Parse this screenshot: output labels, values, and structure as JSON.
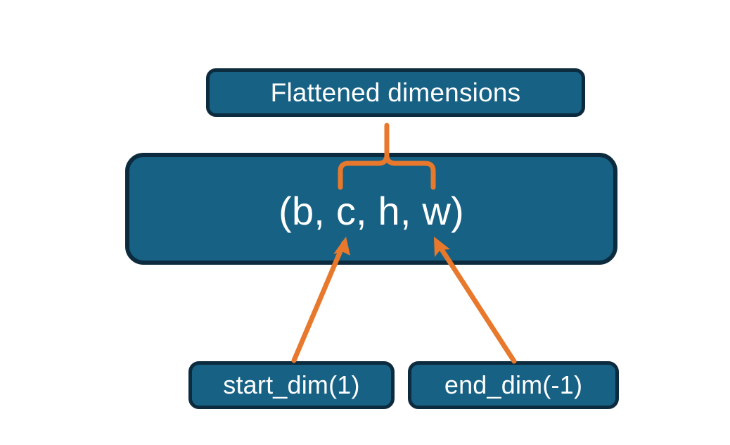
{
  "diagram": {
    "title_node": {
      "label": "Flattened dimensions",
      "name": "flattened-dimensions-box"
    },
    "shape_node": {
      "label": "(b, c, h, w)",
      "name": "shape-tuple-box",
      "dims": [
        "b",
        "c",
        "h",
        "w"
      ]
    },
    "start_dim_node": {
      "label": "start_dim(1)",
      "name": "start-dim-box",
      "value": 1
    },
    "end_dim_node": {
      "label": "end_dim(-1)",
      "name": "end-dim-box",
      "value": -1
    },
    "annotations": {
      "brace": {
        "name": "upward-curly-brace",
        "spans_dims": [
          "c",
          "h",
          "w"
        ],
        "points_to": "Flattened dimensions"
      },
      "arrow_left": {
        "name": "start-dim-arrow",
        "from": "start_dim(1)",
        "to": "c"
      },
      "arrow_right": {
        "name": "end-dim-arrow",
        "from": "end_dim(-1)",
        "to": "w"
      }
    },
    "colors": {
      "box_fill": "#166184",
      "box_border": "#0d2b3e",
      "accent": "#e8792c",
      "text": "#ffffff",
      "background": "#ffffff"
    }
  }
}
